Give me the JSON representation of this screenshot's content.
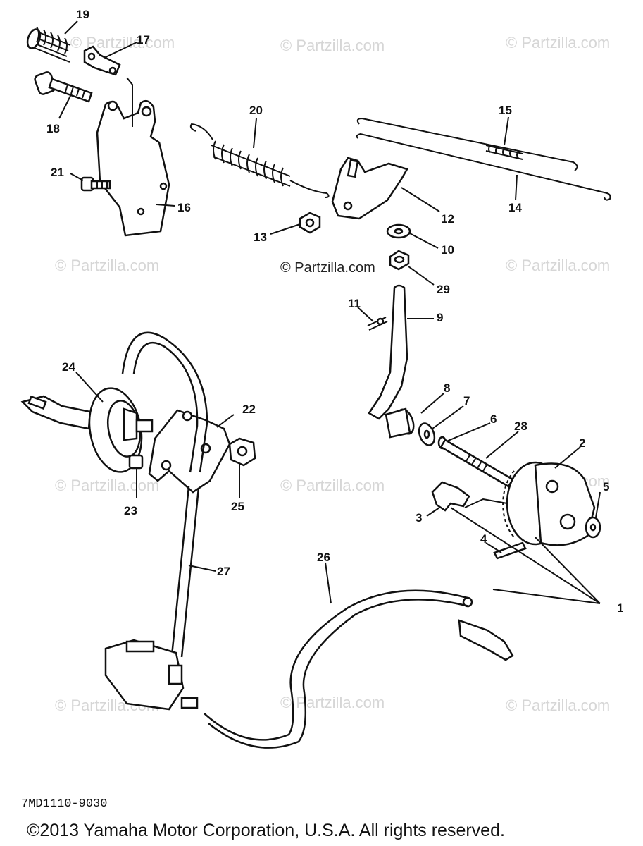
{
  "watermarks": {
    "text": "© Partzilla.com",
    "center_text": "© Partzilla.com"
  },
  "callouts": [
    {
      "id": "c1",
      "label": "1"
    },
    {
      "id": "c2",
      "label": "2"
    },
    {
      "id": "c3",
      "label": "3"
    },
    {
      "id": "c4",
      "label": "4"
    },
    {
      "id": "c5",
      "label": "5"
    },
    {
      "id": "c6",
      "label": "6"
    },
    {
      "id": "c7",
      "label": "7"
    },
    {
      "id": "c8",
      "label": "8"
    },
    {
      "id": "c9",
      "label": "9"
    },
    {
      "id": "c10",
      "label": "10"
    },
    {
      "id": "c11",
      "label": "11"
    },
    {
      "id": "c12",
      "label": "12"
    },
    {
      "id": "c13",
      "label": "13"
    },
    {
      "id": "c14",
      "label": "14"
    },
    {
      "id": "c15",
      "label": "15"
    },
    {
      "id": "c16",
      "label": "16"
    },
    {
      "id": "c17",
      "label": "17"
    },
    {
      "id": "c18",
      "label": "18"
    },
    {
      "id": "c19",
      "label": "19"
    },
    {
      "id": "c20",
      "label": "20"
    },
    {
      "id": "c21",
      "label": "21"
    },
    {
      "id": "c22",
      "label": "22"
    },
    {
      "id": "c23",
      "label": "23"
    },
    {
      "id": "c24",
      "label": "24"
    },
    {
      "id": "c25",
      "label": "25"
    },
    {
      "id": "c26",
      "label": "26"
    },
    {
      "id": "c27",
      "label": "27"
    },
    {
      "id": "c28",
      "label": "28"
    },
    {
      "id": "c29",
      "label": "29"
    }
  ],
  "diagram_code": "7MD1110-9030",
  "copyright": "©2013 Yamaha Motor Corporation, U.S.A. All rights reserved."
}
